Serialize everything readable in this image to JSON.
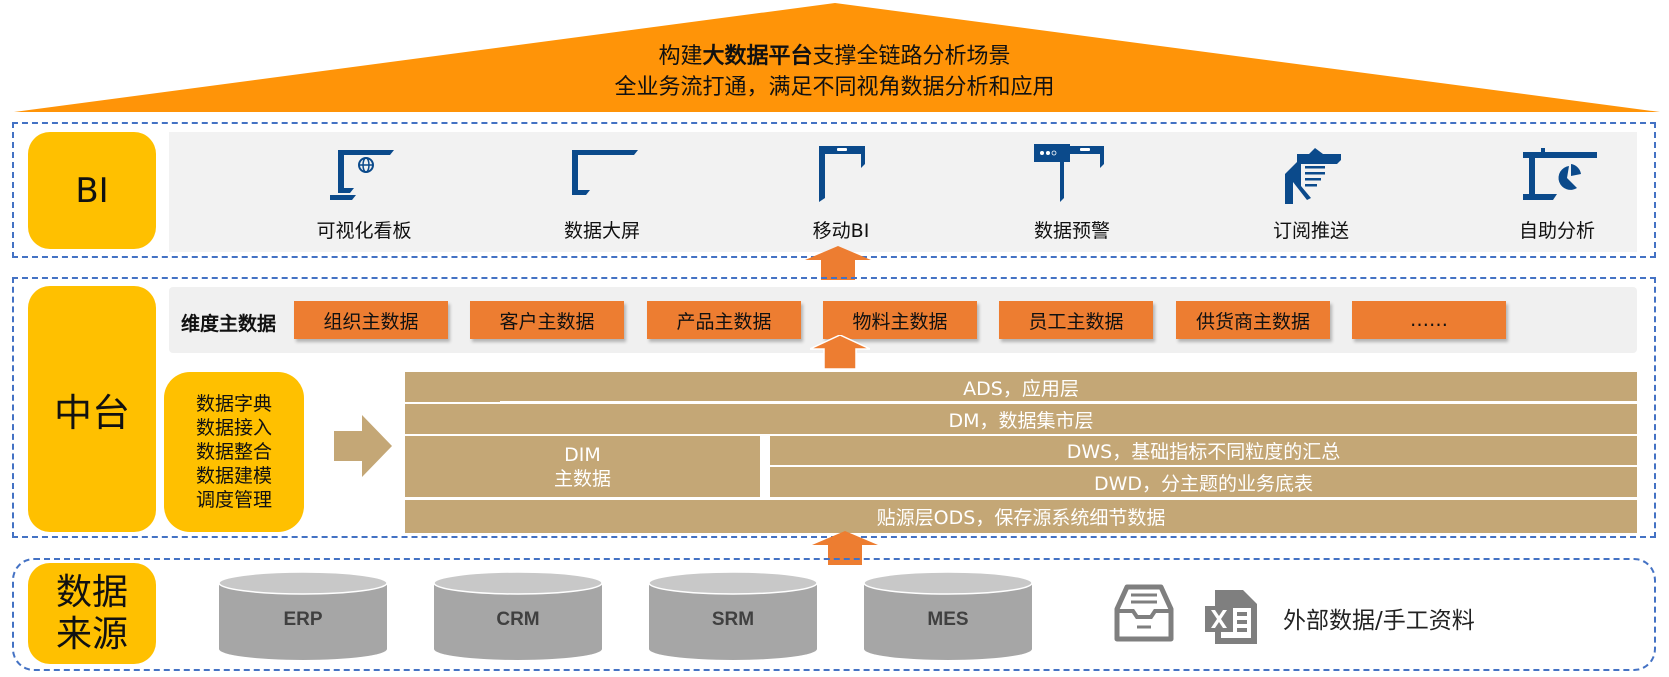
{
  "roof": {
    "line1_prefix": "构建",
    "line1_bold": "大数据平台",
    "line1_suffix": "支撑全链路分析场景",
    "line2": "全业务流打通，满足不同视角数据分析和应用"
  },
  "colors": {
    "roof": "#ff9408",
    "label_yellow": "#ffc000",
    "master_orange": "#ed7d31",
    "layer_tan": "#c4a776",
    "icon_blue": "#0b4a8b",
    "frame_dash": "#4472c4",
    "cylinder_gray": "#a6a6a6"
  },
  "bi": {
    "label": "BI",
    "items": [
      {
        "label": "可视化看板",
        "icon": "dashboard-monitor-icon"
      },
      {
        "label": "数据大屏",
        "icon": "large-screen-icon"
      },
      {
        "label": "移动BI",
        "icon": "mobile-bi-icon"
      },
      {
        "label": "数据预警",
        "icon": "data-alert-icon"
      },
      {
        "label": "订阅推送",
        "icon": "subscription-push-icon"
      },
      {
        "label": "自助分析",
        "icon": "self-service-analysis-icon"
      }
    ]
  },
  "middle": {
    "label": "中台",
    "master_data": {
      "title": "维度主数据",
      "items": [
        "组织主数据",
        "客户主数据",
        "产品主数据",
        "物料主数据",
        "员工主数据",
        "供货商主数据",
        "……"
      ]
    },
    "tools": [
      "数据字典",
      "数据接入",
      "数据整合",
      "数据建模",
      "调度管理"
    ],
    "layers": {
      "ads": "ADS，应用层",
      "dm": "DM，数据集市层",
      "dim_line1": "DIM",
      "dim_line2": "主数据",
      "dws": "DWS，基础指标不同粒度的汇总",
      "dwd": "DWD，分主题的业务底表",
      "ods": "贴源层ODS，保存源系统细节数据"
    }
  },
  "sources": {
    "label_line1": "数据",
    "label_line2": "来源",
    "systems": [
      "ERP",
      "CRM",
      "SRM",
      "MES"
    ],
    "external_label": "外部数据/手工资料"
  }
}
